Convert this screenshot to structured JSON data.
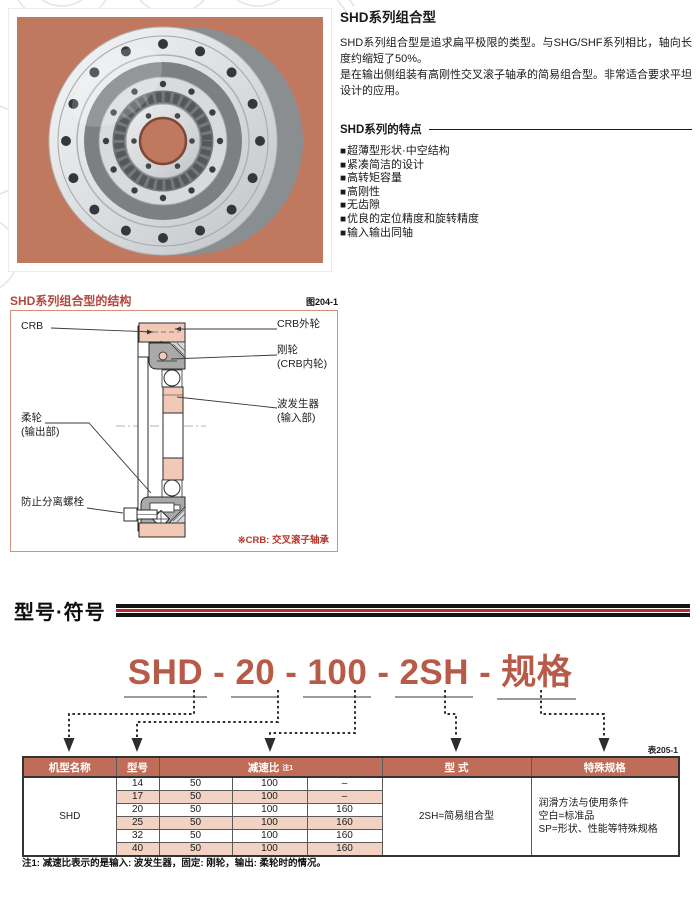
{
  "intro": {
    "title": "SHD系列组合型",
    "para1": "SHD系列组合型是追求扁平极限的类型。与SHG/SHF系列相比，轴向长度约缩短了50%。",
    "para2": "是在输出侧组装有高刚性交叉滚子轴承的简易组合型。非常适合要求平坦设计的应用。",
    "features_title": "SHD系列的特点",
    "bullet": "■",
    "features": [
      "超薄型形状·中空结构",
      "紧凑简洁的设计",
      "高转矩容量",
      "高刚性",
      "无齿隙",
      "优良的定位精度和旋转精度",
      "输入输出同轴"
    ]
  },
  "structure": {
    "title": "SHD系列组合型的结构",
    "figure_label": "图204-1",
    "labels": {
      "crb": "CRB",
      "crb_outer": "CRB外轮",
      "rigid1": "刚轮",
      "rigid2": "(CRB内轮)",
      "wave1": "波发生器",
      "wave2": "(输入部)",
      "flex1": "柔轮",
      "flex2": "(输出部)",
      "bolt": "防止分离螺栓",
      "note": "※CRB: 交叉滚子轴承"
    }
  },
  "model": {
    "heading": "型号·符号",
    "segments": [
      "SHD",
      "20",
      "100",
      "2SH",
      "规格"
    ],
    "sep": "-",
    "table_label": "表205-1",
    "table": {
      "col_model_name": "机型名称",
      "col_size": "型号",
      "col_ratio": "减速比",
      "col_ratio_note": "注1",
      "col_type": "型 式",
      "col_special": "特殊规格",
      "model_name": "SHD",
      "rows": [
        {
          "size": "14",
          "r1": "50",
          "r2": "100",
          "r3": "–"
        },
        {
          "size": "17",
          "r1": "50",
          "r2": "100",
          "r3": "–"
        },
        {
          "size": "20",
          "r1": "50",
          "r2": "100",
          "r3": "160"
        },
        {
          "size": "25",
          "r1": "50",
          "r2": "100",
          "r3": "160"
        },
        {
          "size": "32",
          "r1": "50",
          "r2": "100",
          "r3": "160"
        },
        {
          "size": "40",
          "r1": "50",
          "r2": "100",
          "r3": "160"
        }
      ],
      "type_text": "2SH=简易组合型",
      "special_lines": [
        "润滑方法与使用条件",
        "空白=标准品",
        "SP=形状、性能等特殊规格"
      ]
    },
    "footnote": "注1: 减速比表示的是输入: 波发生器，固定: 刚轮，输出: 柔轮时的情况。"
  },
  "colors": {
    "photo_background": "#c0785f",
    "heading_red": "#b2493f",
    "model_code_red": "#b85a48",
    "bar_red": "#c0272d",
    "table_header_bg": "#bf6d58",
    "row_pink": "#f2d2c3",
    "diagram_pink": "#f2c9b6"
  }
}
